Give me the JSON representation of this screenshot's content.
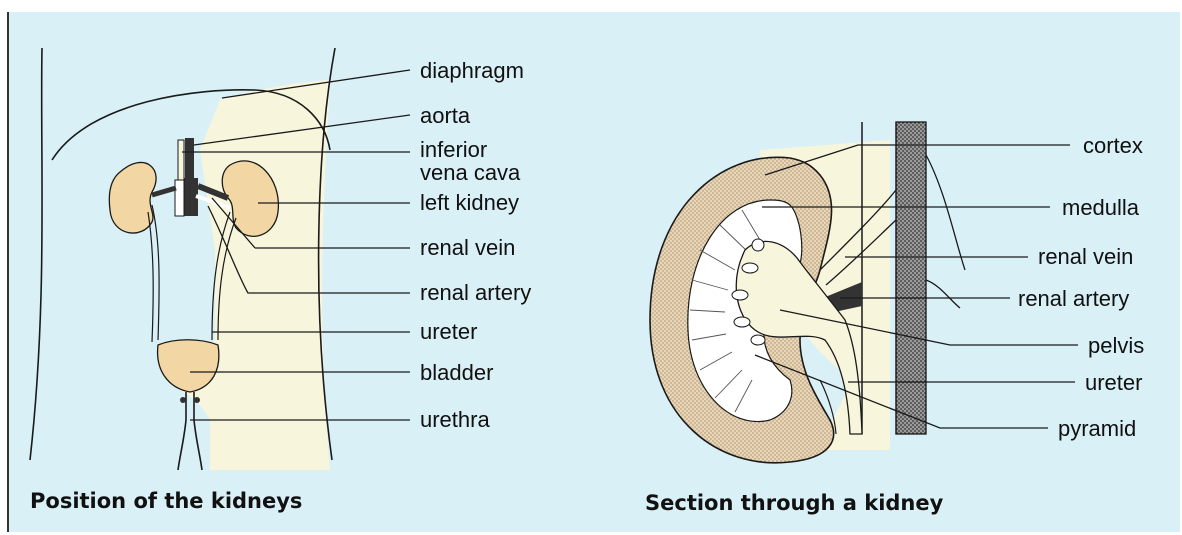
{
  "colors": {
    "panel_background": "#d9f0f6",
    "tissue": "#f8f5dd",
    "kidney": "#f2d7a4",
    "cortex": "#e8d6b8",
    "medulla": "#ffffff",
    "vessel_dark": "#333333",
    "line": "#1a1a1a"
  },
  "left_diagram": {
    "caption": "Position of the kidneys",
    "labels": {
      "diaphragm": "diaphragm",
      "aorta": "aorta",
      "inferior_vena_cava_line1": "inferior",
      "inferior_vena_cava_line2": "vena cava",
      "left_kidney": "left kidney",
      "renal_vein": "renal vein",
      "renal_artery": "renal artery",
      "ureter": "ureter",
      "bladder": "bladder",
      "urethra": "urethra"
    }
  },
  "right_diagram": {
    "caption": "Section through a kidney",
    "labels": {
      "cortex": "cortex",
      "medulla": "medulla",
      "renal_vein": "renal vein",
      "renal_artery": "renal artery",
      "pelvis": "pelvis",
      "ureter": "ureter",
      "pyramid": "pyramid"
    }
  }
}
